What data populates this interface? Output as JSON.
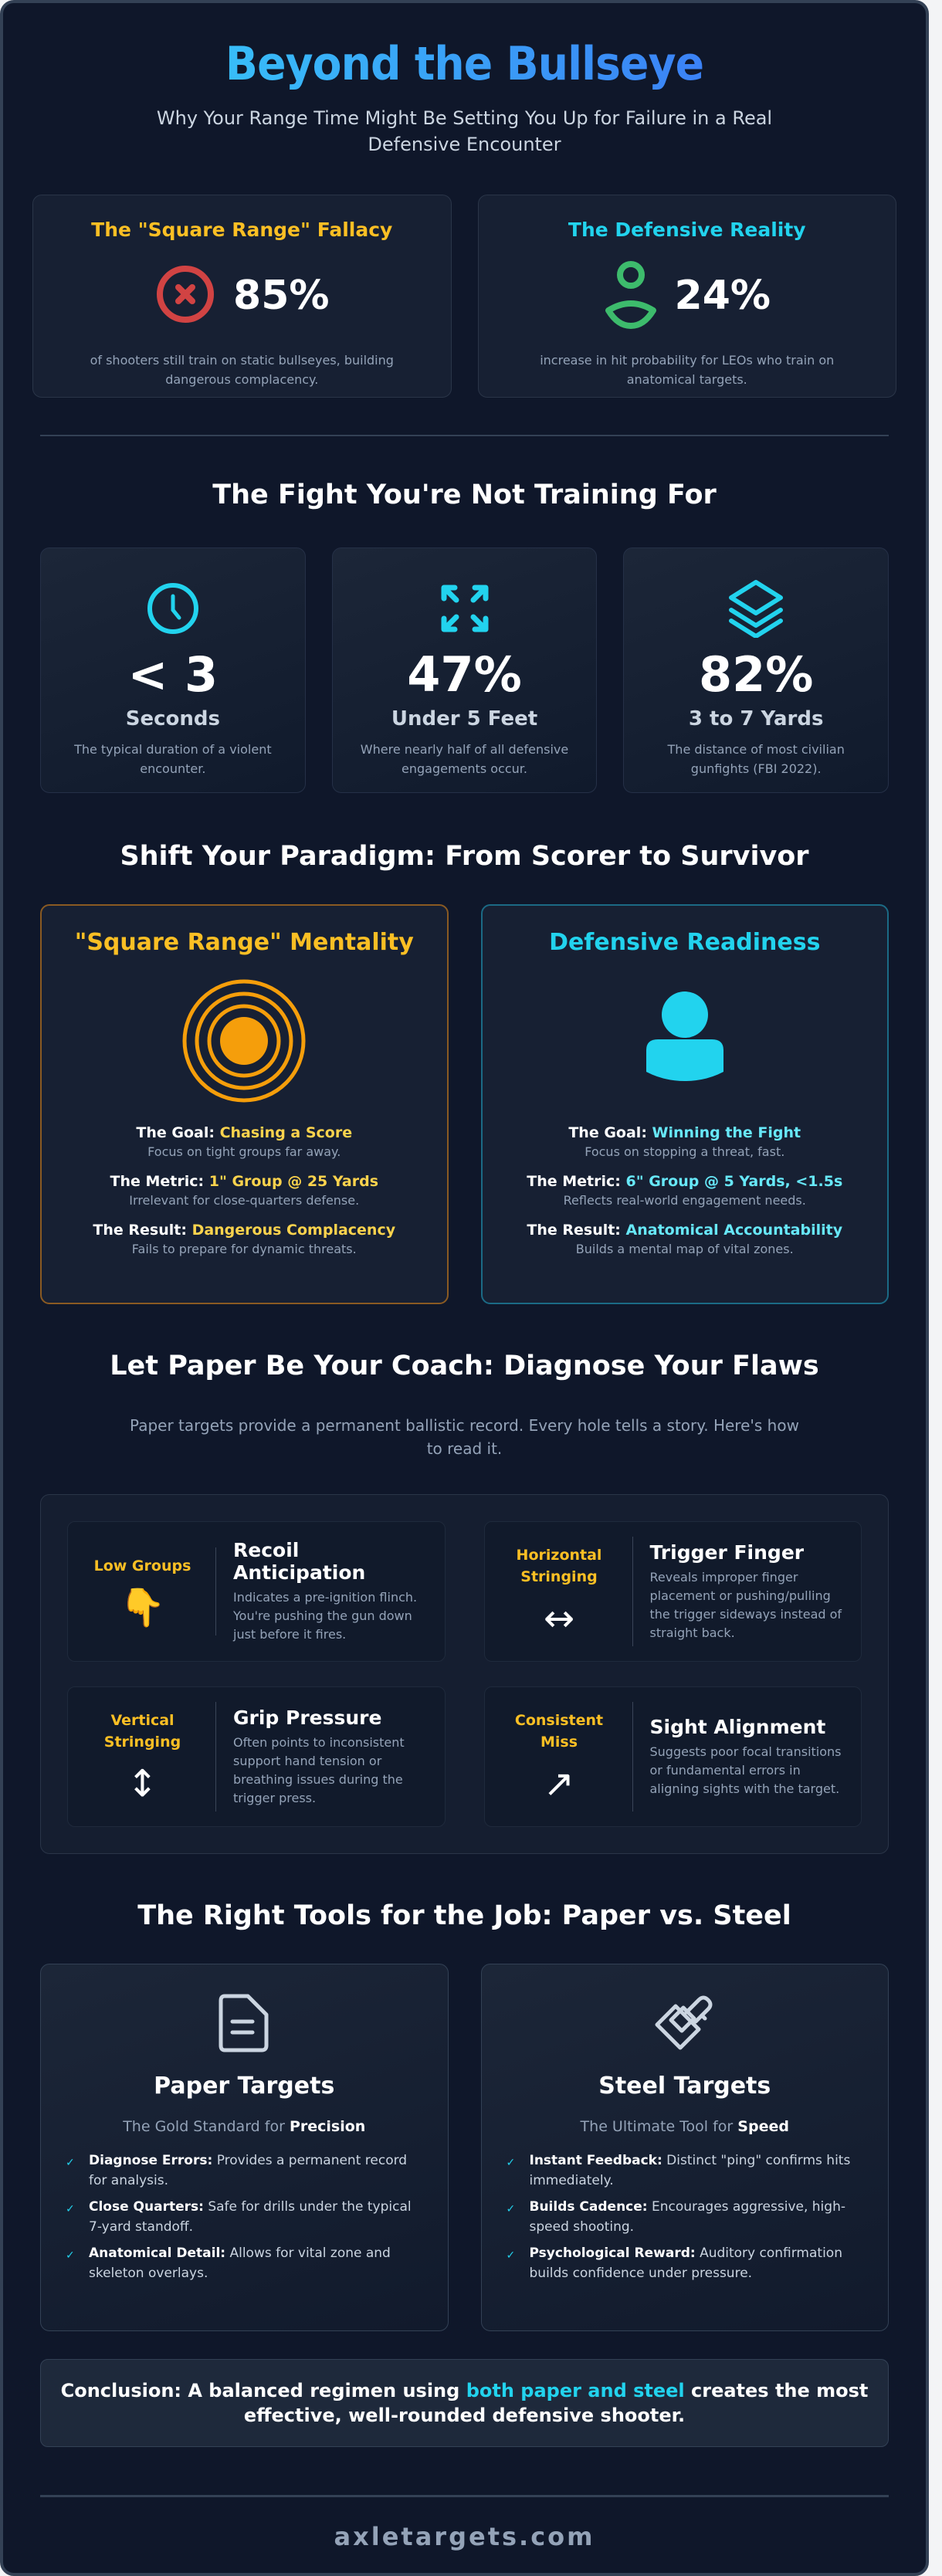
{
  "hero": {
    "title": "Beyond the Bullseye",
    "subtitle": "Why Your Range Time Might Be Setting You Up for Failure in a Real Defensive Encounter"
  },
  "top_cards": [
    {
      "title": "The \"Square Range\" Fallacy",
      "icon": "x-circle-icon",
      "value": "85%",
      "description": "of shooters still train on static bullseyes, building dangerous complacency.",
      "color": "#fbbf24",
      "icon_color": "#d14343"
    },
    {
      "title": "The Defensive Reality",
      "icon": "user-icon",
      "value": "24%",
      "description": "increase in hit probability for LEOs who train on anatomical targets.",
      "color": "#22d3ee",
      "icon_color": "#3dbb6c"
    }
  ],
  "fight": {
    "title": "The Fight You're Not Training For",
    "stats": [
      {
        "icon": "clock-icon",
        "value": "< 3",
        "unit": "Seconds",
        "description": "The typical duration of a violent encounter."
      },
      {
        "icon": "expand-arrows-icon",
        "value": "47%",
        "unit": "Under 5 Feet",
        "description": "Where nearly half of all defensive engagements occur."
      },
      {
        "icon": "layers-icon",
        "value": "82%",
        "unit": "3 to 7 Yards",
        "description": "The distance of most civilian gunfights (FBI 2022)."
      }
    ]
  },
  "paradigm": {
    "title": "Shift Your Paradigm: From Scorer to Survivor",
    "cards": [
      {
        "title": "\"Square Range\" Mentality",
        "icon": "bullseye-icon",
        "color": "#fbbf24",
        "items": [
          {
            "label": "The Goal:",
            "value": "Chasing a Score",
            "sub": "Focus on tight groups far away."
          },
          {
            "label": "The Metric:",
            "value": "1\" Group @ 25 Yards",
            "sub": "Irrelevant for close-quarters defense."
          },
          {
            "label": "The Result:",
            "value": "Dangerous Complacency",
            "sub": "Fails to prepare for dynamic threats."
          }
        ]
      },
      {
        "title": "Defensive Readiness",
        "icon": "person-silhouette-icon",
        "color": "#22d3ee",
        "items": [
          {
            "label": "The Goal:",
            "value": "Winning the Fight",
            "sub": "Focus on stopping a threat, fast."
          },
          {
            "label": "The Metric:",
            "value": "6\" Group @ 5 Yards, <1.5s",
            "sub": "Reflects real-world engagement needs."
          },
          {
            "label": "The Result:",
            "value": "Anatomical Accountability",
            "sub": "Builds a mental map of vital zones."
          }
        ]
      }
    ]
  },
  "coach": {
    "title": "Let Paper Be Your Coach: Diagnose Your Flaws",
    "subtitle": "Paper targets provide a permanent ballistic record. Every hole tells a story. Here's how to read it.",
    "flaws": [
      {
        "tag": "Low Groups",
        "symbol": "👇",
        "icon": "pointing-down-icon",
        "title": "Recoil Anticipation",
        "text": "Indicates a pre-ignition flinch. You're pushing the gun down just before it fires."
      },
      {
        "tag": "Horizontal Stringing",
        "symbol": "↔",
        "icon": "left-right-arrow-icon",
        "title": "Trigger Finger",
        "text": "Reveals improper finger placement or pushing/pulling the trigger sideways instead of straight back."
      },
      {
        "tag": "Vertical Stringing",
        "symbol": "↕",
        "icon": "up-down-arrow-icon",
        "title": "Grip Pressure",
        "text": "Often points to inconsistent support hand tension or breathing issues during the trigger press."
      },
      {
        "tag": "Consistent Miss",
        "symbol": "↗",
        "icon": "diagonal-arrow-icon",
        "title": "Sight Alignment",
        "text": "Suggests poor focal transitions or fundamental errors in aligning sights with the target."
      }
    ]
  },
  "tools": {
    "title": "The Right Tools for the Job: Paper vs. Steel",
    "cards": [
      {
        "icon": "document-icon",
        "title": "Paper Targets",
        "tag_prefix": "The Gold Standard for ",
        "tag_bold": "Precision",
        "items": [
          {
            "label": "Diagnose Errors:",
            "text": " Provides a permanent record for analysis."
          },
          {
            "label": "Close Quarters:",
            "text": " Safe for drills under the typical 7-yard standoff."
          },
          {
            "label": "Anatomical Detail:",
            "text": " Allows for vital zone and skeleton overlays."
          }
        ]
      },
      {
        "icon": "steel-target-icon",
        "title": "Steel Targets",
        "tag_prefix": "The Ultimate Tool for ",
        "tag_bold": "Speed",
        "items": [
          {
            "label": "Instant Feedback:",
            "text": " Distinct \"ping\" confirms hits immediately."
          },
          {
            "label": "Builds Cadence:",
            "text": " Encourages aggressive, high-speed shooting."
          },
          {
            "label": "Psychological Reward:",
            "text": " Auditory confirmation builds confidence under pressure."
          }
        ]
      }
    ],
    "check_symbol": "✓"
  },
  "conclusion": {
    "prefix": "Conclusion: A balanced regimen using ",
    "highlight": "both paper and steel",
    "suffix": " creates the most effective, well-rounded defensive shooter."
  },
  "footer": {
    "site": "axletargets.com"
  }
}
